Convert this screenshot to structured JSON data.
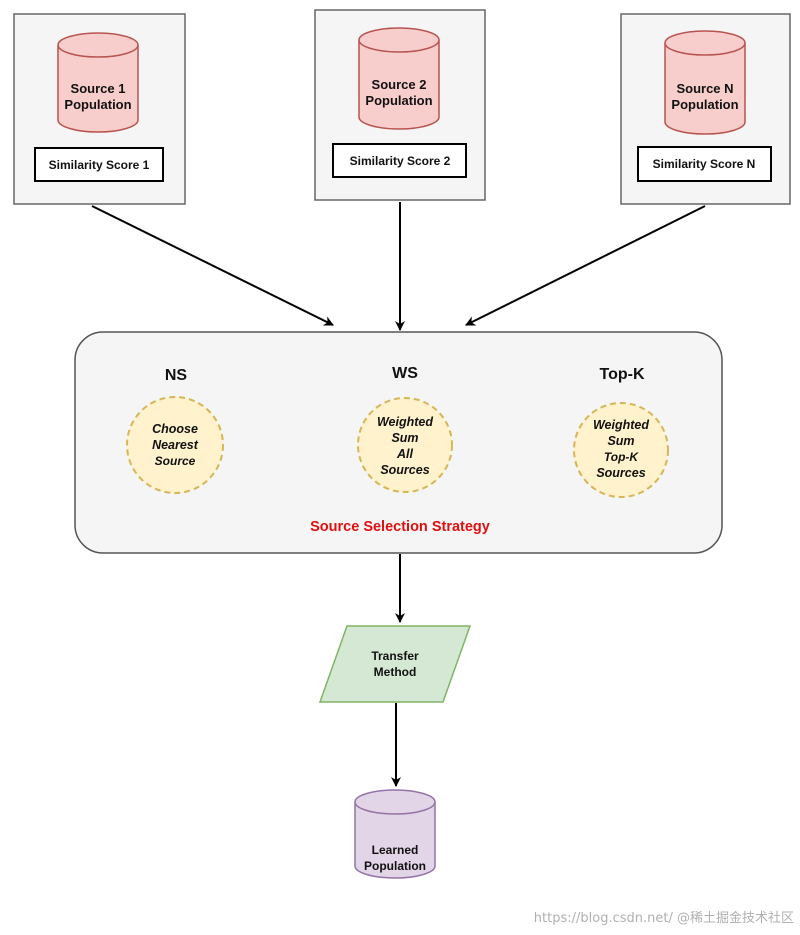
{
  "colors": {
    "source_fill": "#f8cecc",
    "source_stroke": "#b85450",
    "box_fill": "#f5f5f5",
    "box_stroke": "#666666",
    "strategy_fill": "#fff2cc",
    "strategy_stroke": "#d6b656",
    "transfer_fill": "#d5e8d4",
    "transfer_stroke": "#82b366",
    "learned_fill": "#e1d5e7",
    "learned_stroke": "#9673a6",
    "title_red": "#e01010"
  },
  "sources": [
    {
      "line1": "Source 1",
      "line2": "Population",
      "score": "Similarity Score 1"
    },
    {
      "line1": "Source 2",
      "line2": "Population",
      "score": "Similarity Score 2"
    },
    {
      "line1": "Source N",
      "line2": "Population",
      "score": "Similarity Score N"
    }
  ],
  "strategy": {
    "title": "Source Selection Strategy",
    "options": [
      {
        "label": "NS",
        "lines": [
          "Choose",
          "Nearest",
          "Source"
        ]
      },
      {
        "label": "WS",
        "lines": [
          "Weighted",
          "Sum",
          "All",
          "Sources"
        ]
      },
      {
        "label": "Top-K",
        "lines": [
          "Weighted",
          "Sum",
          "Top-K",
          "Sources"
        ]
      }
    ]
  },
  "transfer": {
    "line1": "Transfer",
    "line2": "Method"
  },
  "learned": {
    "line1": "Learned",
    "line2": "Population"
  },
  "watermark": "https://blog.csdn.net/ @稀土掘金技术社区"
}
